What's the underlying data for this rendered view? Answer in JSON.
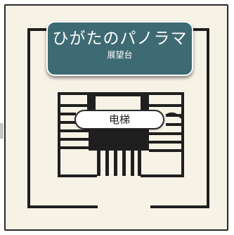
{
  "sign": {
    "title": "ひがたのパノラマ",
    "subtitle": "展望台"
  },
  "elevator": {
    "label": "电梯"
  },
  "colors": {
    "card_background": "#3e6a73",
    "wall": "#1f1f1f",
    "floor": "#f7f2e6"
  }
}
